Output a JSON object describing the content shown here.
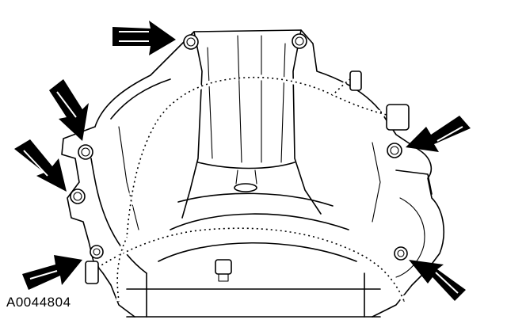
{
  "figure": {
    "id_label": "A0044804",
    "callouts": [
      {
        "name": "arrow-top-left",
        "target": "bolt"
      },
      {
        "name": "arrow-left-upper",
        "target": "bolt"
      },
      {
        "name": "arrow-left-middle",
        "target": "bolt"
      },
      {
        "name": "arrow-left-lower",
        "target": "bolt"
      },
      {
        "name": "arrow-right-upper",
        "target": "bolt"
      },
      {
        "name": "arrow-right-lower",
        "target": "bolt"
      }
    ]
  },
  "colors": {
    "line": "#000000",
    "background": "#ffffff"
  }
}
